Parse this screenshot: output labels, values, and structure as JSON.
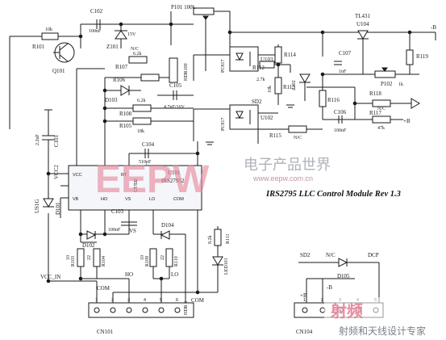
{
  "title": "IRS2795 LLC Control Module Rev 1.3",
  "ic": {
    "ref": "U101",
    "part": "IRS27952",
    "pins": [
      "VCC",
      "RT",
      "CT/SD",
      "VB",
      "HO",
      "VS",
      "LO",
      "COM"
    ]
  },
  "labels": {
    "c102": "C102",
    "c102v": "100nF",
    "p101": "P101 100k",
    "r101": "R101",
    "r101v": "10k",
    "z101": "Z101",
    "z101v": "15V",
    "q101": "Q101",
    "tl431": "TL431",
    "u104": "U104",
    "neg_b_top": "-B",
    "r119": "R119",
    "u103": "U103",
    "pc817a": "PC817",
    "pc817b": "PC817",
    "r114": "R114",
    "r112": "R112",
    "r112v": "2.7k",
    "r113": "R113",
    "r113v": "10k",
    "z102": "Z102",
    "c107": "C107",
    "c107v": "1nF",
    "p102": "P102",
    "p102v": "1k",
    "r116": "R116",
    "r118": "R118",
    "r117": "R117",
    "r117v": "47k",
    "nc_r118": "N/C",
    "c106": "C106",
    "c106v": "100nF",
    "pos_b": "+B",
    "r107": "R107",
    "r107v": "6.2k",
    "nc1": "N/C",
    "r106": "R106",
    "hdr_hdr_ifb": "HDR100",
    "d103": "D103",
    "r108": "R108",
    "r108v": "6.2k",
    "c105": "C105",
    "c105v": "4.7nF/16V",
    "r105": "R105",
    "r105v": "18k",
    "sd2_a": "SD2",
    "u102": "U102",
    "r115": "R115",
    "nc_r115": "N/C",
    "c104": "C104",
    "c104v": "510pF",
    "c101": "C101",
    "c101v": "2.2uF",
    "vcc2": "VCC2",
    "d101": "D101",
    "us1g": "US1G",
    "c103": "C103",
    "c103v": "100nF",
    "vs": "VS",
    "d102": "D102",
    "d104": "D104",
    "r103": "R103",
    "r103v": "10",
    "r104": "R104",
    "r104v": "22",
    "r109": "R109",
    "r109v": "10",
    "r110": "R110",
    "r110v": "22",
    "ho": "HO",
    "lo": "LO",
    "r111": "R111",
    "r111v": "8.2k",
    "led101": "LED101",
    "vcc_in": "VCC_IN",
    "com_a": "COM",
    "com_b": "COM",
    "cn101": "CN101",
    "hdr_cn": "HDR 6",
    "sd2_b": "SD2",
    "nc_d105": "N/C",
    "dcp": "DCP",
    "d105": "D105",
    "pos_b2": "+B",
    "neg_b2": "-B",
    "cn104": "CN104",
    "cn101_pins": [
      "1",
      "2",
      "3",
      "4",
      "5",
      "6"
    ],
    "cn104_pins": [
      "1",
      "2",
      "3",
      "4",
      "5"
    ]
  },
  "watermark": {
    "brand": "EEPW",
    "cn": "电子产品世界",
    "url": "www.eepw.com.cn",
    "brand2": "射频",
    "cn2": "射频和天线设计专家"
  }
}
